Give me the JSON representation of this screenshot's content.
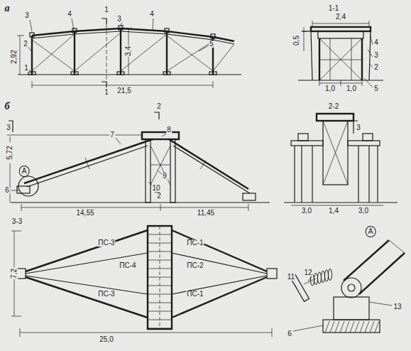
{
  "diagram": {
    "labels": [
      "а",
      "3",
      "2",
      "1",
      "4",
      "1",
      "3",
      "4",
      "5",
      "2,92",
      "3,4",
      "21,5",
      "1",
      "1-1",
      "2,4",
      "0,5",
      "4",
      "3",
      "2",
      "1,0",
      "1,0",
      "5",
      "б",
      "3",
      "2",
      "3",
      "7",
      "8",
      "9",
      "10",
      "5,72",
      "А",
      "6",
      "2",
      "14,55",
      "11,45",
      "2-2",
      "3,0",
      "1,4",
      "3,0",
      "3-3",
      "7,2",
      "ПС-3",
      "ПС-1",
      "ПС-4",
      "ПС-2",
      "ПС-3",
      "ПС-1",
      "25,0",
      "А",
      "11",
      "12",
      "13",
      "6"
    ]
  }
}
